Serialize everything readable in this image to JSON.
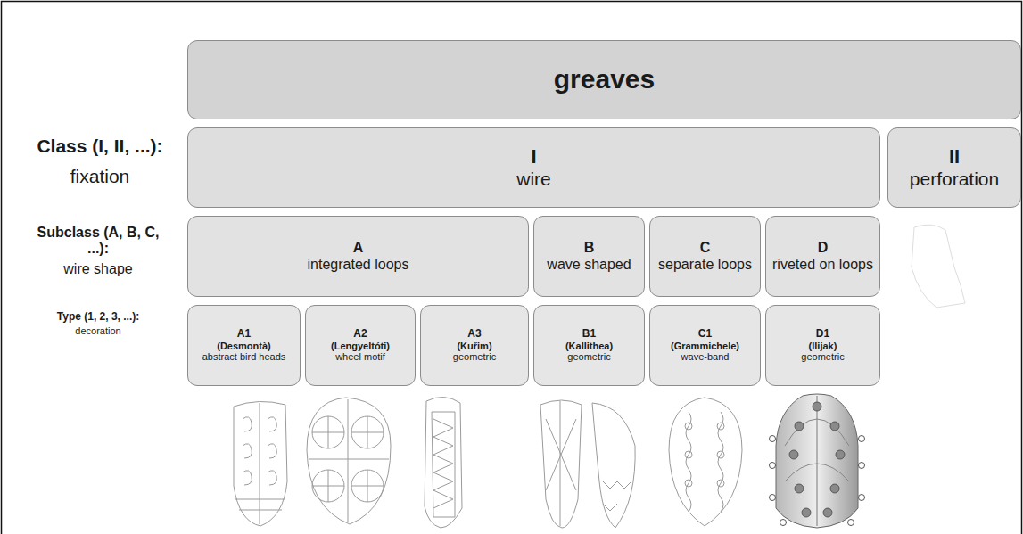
{
  "diagram": {
    "title": "greaves",
    "nodes": [
      {
        "text": [
          "greaves"
        ]
      },
      {
        "text": [
          "I",
          "wire"
        ]
      },
      {
        "text": [
          "II",
          "perforation"
        ]
      },
      {
        "text": [
          "A",
          "integrated loops"
        ]
      },
      {
        "text": [
          "B",
          "wave shaped"
        ]
      },
      {
        "text": [
          "C",
          "separate loops"
        ]
      },
      {
        "text": [
          "D",
          "riveted on loops"
        ]
      },
      {
        "text": [
          "A1",
          "(Desmontà)",
          "abstract bird heads"
        ]
      },
      {
        "text": [
          "A2",
          "(Lengyeltóti)",
          "wheel motif"
        ]
      },
      {
        "text": [
          "A3",
          "(Kuřim)",
          "geometric"
        ]
      },
      {
        "text": [
          "B1",
          "(Kallithea)",
          "geometric"
        ]
      },
      {
        "text": [
          "C1",
          "(Grammichele)",
          "wave-band"
        ]
      },
      {
        "text": [
          "D1",
          "(Ilijak)",
          "geometric"
        ]
      }
    ],
    "labels": [
      "Class (I, II, ...):",
      "fixation",
      "Subclass (A, B, C, ...):",
      "wire shape",
      "Type (1, 2, 3, ...):",
      "decoration"
    ]
  }
}
